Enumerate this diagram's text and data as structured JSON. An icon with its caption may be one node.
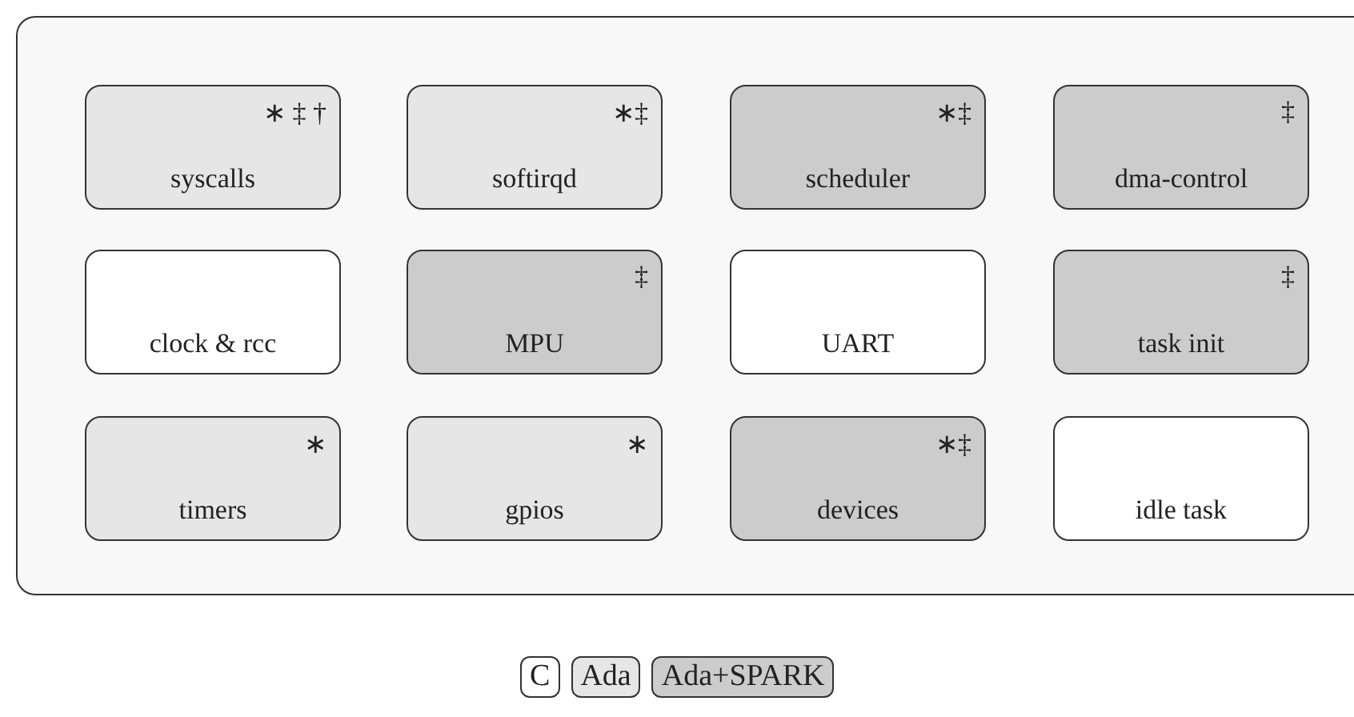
{
  "diagram": {
    "nodes": [
      {
        "text": [],
        "shape": "box"
      },
      {
        "text": [
          "∗ ‡ †",
          "syscalls"
        ],
        "in": 0
      },
      {
        "text": [
          "∗‡",
          "softirqd"
        ],
        "in": 0
      },
      {
        "text": [
          "∗‡",
          "scheduler"
        ],
        "in": 0
      },
      {
        "text": [
          "‡",
          "dma-control"
        ],
        "in": 0
      },
      {
        "text": [
          "clock & rcc"
        ],
        "in": 0
      },
      {
        "text": [
          "‡",
          "MPU"
        ],
        "in": 0
      },
      {
        "text": [
          "UART"
        ],
        "in": 0
      },
      {
        "text": [
          "‡",
          "task init"
        ],
        "in": 0
      },
      {
        "text": [
          "∗",
          "timers"
        ],
        "in": 0
      },
      {
        "text": [
          "∗",
          "gpios"
        ],
        "in": 0
      },
      {
        "text": [
          "∗‡",
          "devices"
        ],
        "in": 0
      },
      {
        "text": [
          "idle task"
        ],
        "in": 0
      }
    ],
    "legend": [
      {
        "text": "C",
        "color": "#ffffff"
      },
      {
        "text": "Ada",
        "color": "#e6e6e6"
      },
      {
        "text": "Ada+SPARK",
        "color": "#cccccc"
      }
    ]
  }
}
